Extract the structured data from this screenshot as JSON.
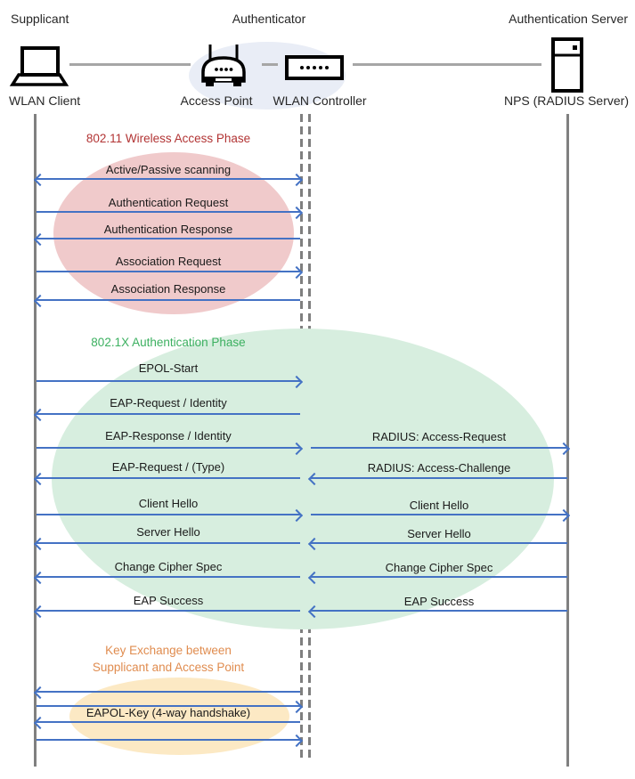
{
  "actors": {
    "roles": {
      "supplicant": "Supplicant",
      "authenticator": "Authenticator",
      "auth_server": "Authentication Server"
    },
    "devices": {
      "wlan_client": "WLAN Client",
      "access_point": "Access Point",
      "wlan_controller": "WLAN Controller",
      "nps": "NPS (RADIUS Server)"
    }
  },
  "colors": {
    "arrow": "#4472C4",
    "lifeline": "#808080",
    "authenticator_ellipse": "#E9EDF6",
    "phase1_title": "#B23434",
    "phase1_ellipse": "#F0CACB",
    "phase2_title": "#3CB060",
    "phase2_ellipse": "#D7EEDF",
    "phase3_title": "#E08C4F",
    "phase3_ellipse": "#FCE9C4"
  },
  "phases": [
    {
      "title": "802.11 Wireless Access Phase",
      "messages": [
        {
          "label": "Active/Passive scanning",
          "direction": "both"
        },
        {
          "label": "Authentication Request",
          "direction": "right"
        },
        {
          "label": "Authentication Response",
          "direction": "left"
        },
        {
          "label": "Association Request",
          "direction": "right"
        },
        {
          "label": "Association Response",
          "direction": "left"
        }
      ]
    },
    {
      "title": "802.1X Authentication Phase",
      "messages": [
        {
          "label": "EPOL-Start",
          "direction": "right"
        },
        {
          "label": "EAP-Request / Identity",
          "direction": "left"
        },
        {
          "label": "EAP-Response / Identity",
          "direction": "right",
          "right_label": "RADIUS: Access-Request",
          "right_direction": "right"
        },
        {
          "label": "EAP-Request / (Type)",
          "direction": "left",
          "right_label": "RADIUS: Access-Challenge",
          "right_direction": "left"
        },
        {
          "label": "Client Hello",
          "direction": "right",
          "right_label": "Client Hello",
          "right_direction": "right"
        },
        {
          "label": "Server Hello",
          "direction": "left",
          "right_label": "Server Hello",
          "right_direction": "left"
        },
        {
          "label": "Change Cipher Spec",
          "direction": "left",
          "right_label": "Change Cipher Spec",
          "right_direction": "left"
        },
        {
          "label": "EAP Success",
          "direction": "left",
          "right_label": "EAP Success",
          "right_direction": "left"
        }
      ]
    },
    {
      "title_line1": "Key Exchange between",
      "title_line2": "Supplicant and Access Point",
      "label": "EAPOL-Key (4-way handshake)",
      "arrows": [
        "left",
        "right",
        "left",
        "right"
      ]
    }
  ]
}
